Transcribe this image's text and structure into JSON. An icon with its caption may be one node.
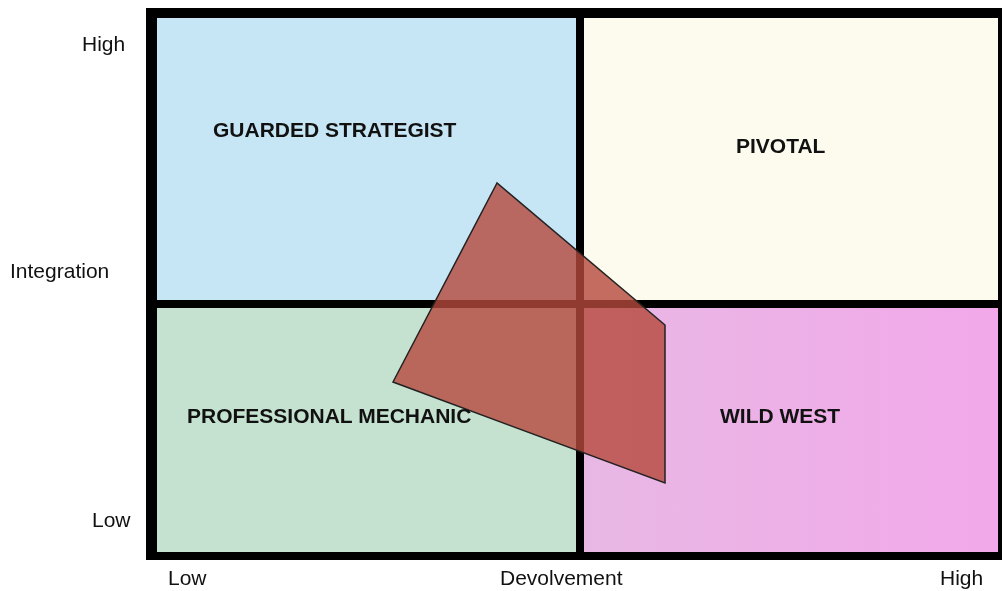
{
  "diagram": {
    "nodes": [
      {
        "text": [
          "GUARDED STRATEGIST"
        ]
      },
      {
        "text": [
          "PIVOTAL"
        ]
      },
      {
        "text": [
          "PROFESSIONAL MECHANIC"
        ]
      },
      {
        "text": [
          "WILD WEST"
        ]
      },
      {
        "text": [],
        "shape": "polygon"
      }
    ],
    "labels": [
      "High",
      "Integration",
      "Low",
      "Low",
      "Devolvement",
      "High"
    ]
  }
}
